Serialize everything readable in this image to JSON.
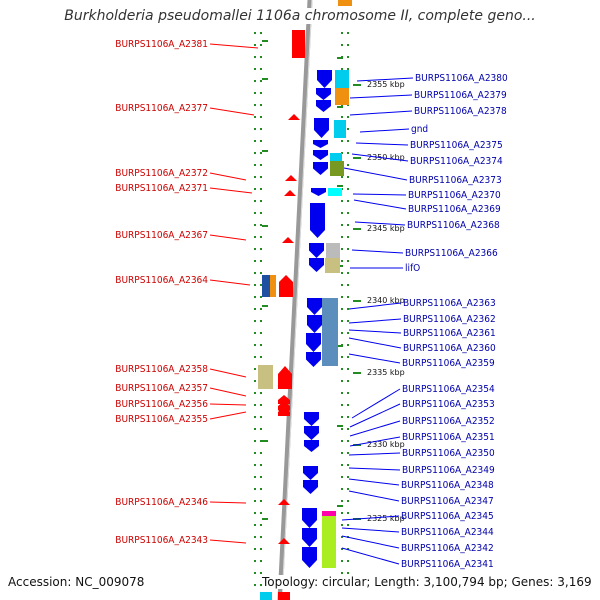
{
  "title": "Burkholderia pseudomallei 1106a chromosome II, complete geno...",
  "accession": "Accession: NC_009078",
  "topology": "Topology: circular; Length: 3,100,794 bp; Genes: 3,169",
  "colors": {
    "reverse_strand": "#ff0000",
    "forward_strand": "#0000ee",
    "backbone": "#999999",
    "ticks": "#228b22"
  },
  "kbp_labels": [
    "2355 kbp",
    "2350 kbp",
    "2345 kbp",
    "2340 kbp",
    "2335 kbp",
    "2330 kbp",
    "2325 kbp"
  ],
  "left_labels": [
    "BURPS1106A_A2381",
    "BURPS1106A_A2377",
    "BURPS1106A_A2372",
    "BURPS1106A_A2371",
    "BURPS1106A_A2367",
    "BURPS1106A_A2364",
    "BURPS1106A_A2358",
    "BURPS1106A_A2357",
    "BURPS1106A_A2356",
    "BURPS1106A_A2355",
    "BURPS1106A_A2346",
    "BURPS1106A_A2343"
  ],
  "right_labels": [
    "BURPS1106A_A2380",
    "BURPS1106A_A2379",
    "BURPS1106A_A2378",
    "gnd",
    "BURPS1106A_A2375",
    "BURPS1106A_A2374",
    "BURPS1106A_A2373",
    "BURPS1106A_A2370",
    "BURPS1106A_A2369",
    "BURPS1106A_A2368",
    "BURPS1106A_A2366",
    "lifO",
    "BURPS1106A_A2363",
    "BURPS1106A_A2362",
    "BURPS1106A_A2361",
    "BURPS1106A_A2360",
    "BURPS1106A_A2359",
    "BURPS1106A_A2354",
    "BURPS1106A_A2353",
    "BURPS1106A_A2352",
    "BURPS1106A_A2351",
    "BURPS1106A_A2350",
    "BURPS1106A_A2349",
    "BURPS1106A_A2348",
    "BURPS1106A_A2347",
    "BURPS1106A_A2345",
    "BURPS1106A_A2344",
    "BURPS1106A_A2342",
    "BURPS1106A_A2341"
  ]
}
